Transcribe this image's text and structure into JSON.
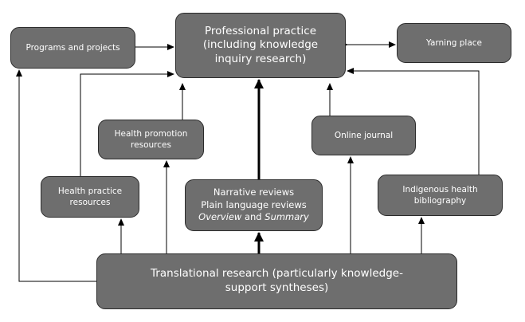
{
  "nodes": {
    "professional_practice": {
      "line1": "Professional practice",
      "line2": "(including knowledge",
      "line3": "inquiry research)"
    },
    "programs_projects": {
      "label": "Programs and projects"
    },
    "yarning_place": {
      "label": "Yarning place"
    },
    "health_promotion": {
      "line1": "Health promotion",
      "line2": "resources"
    },
    "online_journal": {
      "label": "Online journal"
    },
    "health_practice": {
      "line1": "Health practice",
      "line2": "resources"
    },
    "narrative_reviews": {
      "line1": "Narrative reviews",
      "line2": "Plain language reviews",
      "line3_italic_a": "Overview",
      "line3_plain": " and ",
      "line3_italic_b": "Summary"
    },
    "indigenous_bibliography": {
      "line1": "Indigenous health",
      "line2": "bibliography"
    },
    "translational_research": {
      "line1": "Translational research (particularly knowledge-",
      "line2": "support syntheses)"
    }
  },
  "colors": {
    "node_fill": "#6e6e6e",
    "node_border": "#2b2b2b",
    "node_text": "#ffffff",
    "arrow": "#000000"
  },
  "connectors": [
    {
      "from": "translational_research",
      "to": "programs_projects",
      "style": "thin",
      "direction": "forward"
    },
    {
      "from": "translational_research",
      "to": "health_practice",
      "style": "thin",
      "direction": "forward"
    },
    {
      "from": "translational_research",
      "to": "health_promotion",
      "style": "thin",
      "direction": "forward"
    },
    {
      "from": "translational_research",
      "to": "narrative_reviews",
      "style": "thick",
      "direction": "forward"
    },
    {
      "from": "translational_research",
      "to": "online_journal",
      "style": "thin",
      "direction": "forward"
    },
    {
      "from": "translational_research",
      "to": "indigenous_bibliography",
      "style": "thin",
      "direction": "forward"
    },
    {
      "from": "narrative_reviews",
      "to": "professional_practice",
      "style": "thick",
      "direction": "forward"
    },
    {
      "from": "health_promotion",
      "to": "professional_practice",
      "style": "thin",
      "direction": "forward"
    },
    {
      "from": "health_practice",
      "to": "professional_practice",
      "style": "thin",
      "direction": "forward"
    },
    {
      "from": "online_journal",
      "to": "professional_practice",
      "style": "thin",
      "direction": "forward"
    },
    {
      "from": "indigenous_bibliography",
      "to": "professional_practice",
      "style": "thin",
      "direction": "forward"
    },
    {
      "from": "programs_projects",
      "to": "professional_practice",
      "style": "thin",
      "direction": "forward"
    },
    {
      "from": "professional_practice",
      "to": "yarning_place",
      "style": "thin",
      "direction": "both"
    }
  ]
}
